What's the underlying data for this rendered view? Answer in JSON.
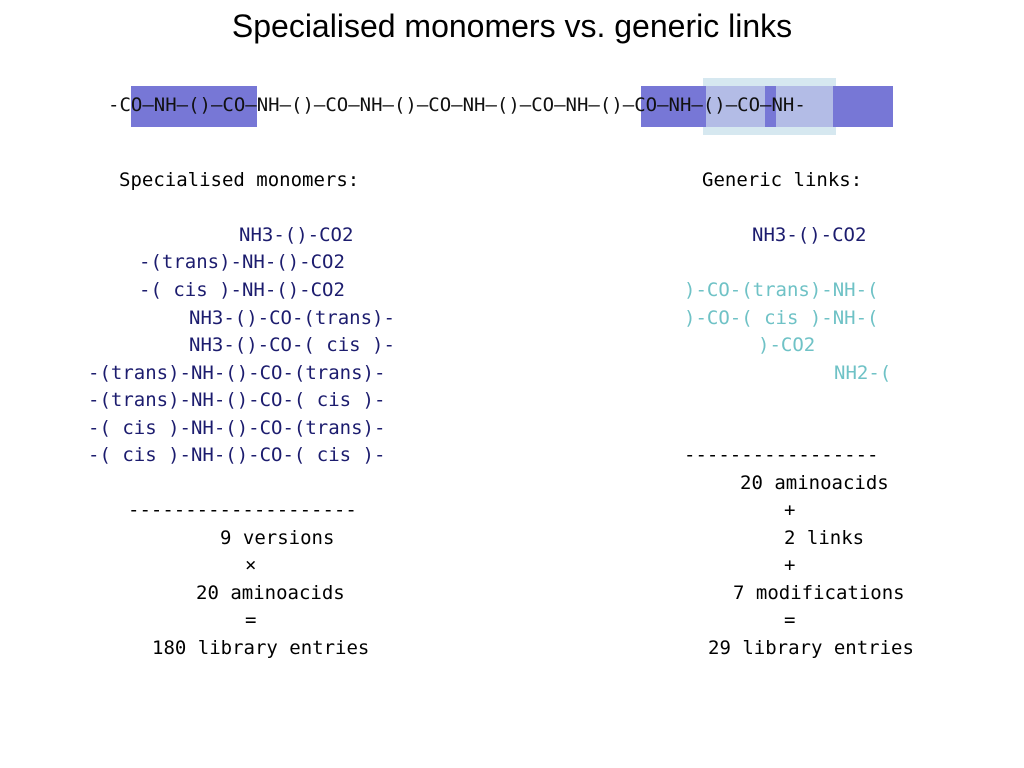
{
  "title": "Specialised monomers vs. generic links",
  "chain": "-CO–NH–()–CO–NH–()–CO–NH–()–CO–NH–()–CO–NH–()–CO–NH–()–CO–NH-",
  "left": {
    "heading": "Specialised monomers:",
    "monomers": [
      "NH3-()-CO2",
      "-(trans)-NH-()-CO2",
      "-( cis )-NH-()-CO2",
      "NH3-()-CO-(trans)-",
      "NH3-()-CO-( cis )-",
      "-(trans)-NH-()-CO-(trans)-",
      "-(trans)-NH-()-CO-( cis )-",
      "-( cis )-NH-()-CO-(trans)-",
      "-( cis )-NH-()-CO-( cis )-"
    ],
    "calc": [
      "--------------------",
      "9 versions",
      "×",
      "20 aminoacids",
      "=",
      "180 library entries"
    ]
  },
  "right": {
    "heading": "Generic links:",
    "monomers": [
      "NH3-()-CO2"
    ],
    "links": [
      ")-CO-(trans)-NH-(",
      ")-CO-( cis )-NH-(",
      ")-CO2",
      "NH2-("
    ],
    "calc": [
      "-----------------",
      "20 aminoacids",
      "+",
      "2 links",
      "+",
      "7 modifications",
      "=",
      "29 library entries"
    ]
  },
  "colors": {
    "highlight_dark": "#7777d6",
    "highlight_light": "#b3bce6",
    "highlight_pale": "#d6e8f0",
    "monomer_text": "#1c1c6e",
    "link_text": "#6fc2c6"
  }
}
